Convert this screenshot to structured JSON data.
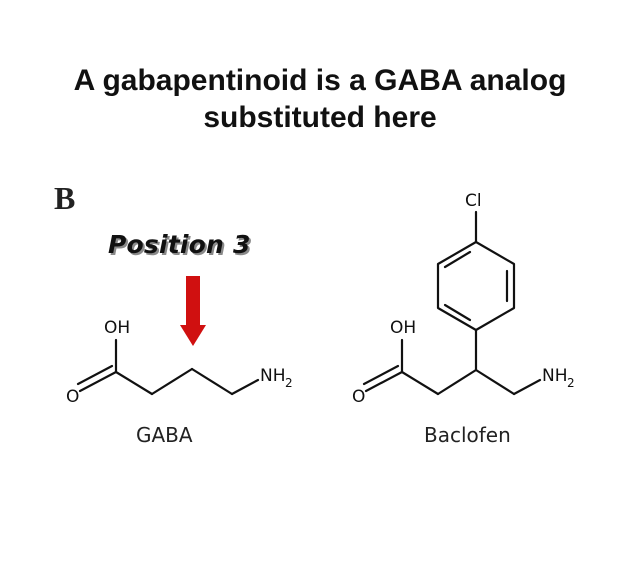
{
  "title": {
    "line1": "A gabapentinoid is a GABA analog",
    "line2": "substituted here"
  },
  "panel_label": "B",
  "annotation": {
    "text": "Position 3",
    "arrow_color": "#d01010"
  },
  "molecules": [
    {
      "name": "GABA",
      "atoms": {
        "hydroxyl": "OH",
        "carbonyl_o": "O",
        "amine": "NH",
        "amine_sub": "2"
      }
    },
    {
      "name": "Baclofen",
      "atoms": {
        "hydroxyl": "OH",
        "carbonyl_o": "O",
        "amine": "NH",
        "amine_sub": "2",
        "halogen": "Cl"
      }
    }
  ]
}
